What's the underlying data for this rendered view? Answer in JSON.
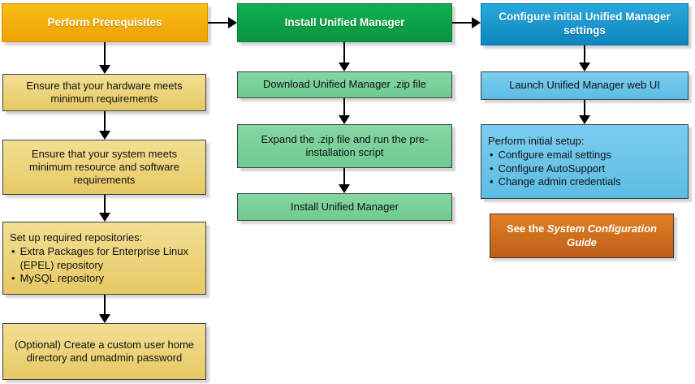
{
  "colors": {
    "gold-top": "#F9BE18",
    "gold-bottom": "#EDA203",
    "gold-border": "#D29200",
    "yellow-top": "#F3DF94",
    "yellow-bottom": "#E7C964",
    "green-top": "#10AF50",
    "green-bottom": "#099640",
    "green-border": "#088038",
    "ltgreen-top": "#85D7A3",
    "ltgreen-bottom": "#6FCB90",
    "blue-top": "#27A9DC",
    "blue-bottom": "#0E85BE",
    "blue-border": "#0B6FA4",
    "ltblue-top": "#7BCDEE",
    "ltblue-bottom": "#5CBDE4",
    "orange-top": "#E08125",
    "orange-bottom": "#BF5E17",
    "orange-border": "#3A3A3A",
    "body-border": "#3C4042"
  },
  "columns": [
    {
      "header": "Perform Prerequisites",
      "steps": [
        {
          "text": "Ensure that your hardware meets minimum requirements"
        },
        {
          "text": "Ensure that your system meets minimum resource and software requirements"
        },
        {
          "title": "Set up required repositories:",
          "bullets": [
            "Extra Packages for Enterprise Linux (EPEL) repository",
            "MySQL repository"
          ]
        },
        {
          "text": "(Optional) Create a custom user home directory and umadmin password"
        }
      ]
    },
    {
      "header": "Install Unified Manager",
      "steps": [
        {
          "text": "Download Unified Manager .zip file"
        },
        {
          "text": "Expand the .zip file and run the pre-installation script"
        },
        {
          "text": "Install Unified Manager"
        }
      ]
    },
    {
      "header": "Configure initial Unified Manager settings",
      "steps": [
        {
          "text": "Launch Unified Manager web UI"
        },
        {
          "title": "Perform initial setup:",
          "bullets": [
            "Configure email settings",
            "Configure AutoSupport",
            "Change admin credentials"
          ]
        }
      ]
    }
  ],
  "note": {
    "prefix": "See the ",
    "reference": "System Configuration Guide"
  }
}
